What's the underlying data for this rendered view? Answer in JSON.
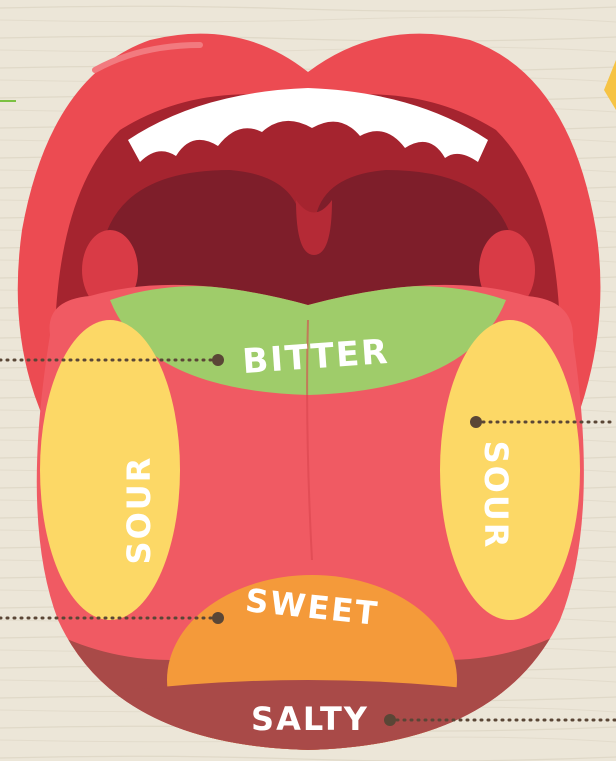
{
  "diagram": {
    "regions": [
      {
        "id": "bitter",
        "label": "BITTER",
        "color": "#9fcc6a"
      },
      {
        "id": "sour-left",
        "label": "SOUR",
        "color": "#fcd866"
      },
      {
        "id": "sour-right",
        "label": "SOUR",
        "color": "#fcd866"
      },
      {
        "id": "sweet",
        "label": "SWEET",
        "color": "#f49a3a"
      },
      {
        "id": "salty",
        "label": "SALTY",
        "color": "#a94a48"
      }
    ]
  },
  "colors": {
    "background": "#ece6d8",
    "lips": "#ec4b52",
    "mouth_interior": "#a5242f",
    "throat": "#7e1e2a",
    "tongue": "#f05a63",
    "teeth": "#ffffff",
    "leader_line": "#5a4636",
    "accent_green": "#7cc142",
    "accent_yellow": "#f6c344"
  }
}
